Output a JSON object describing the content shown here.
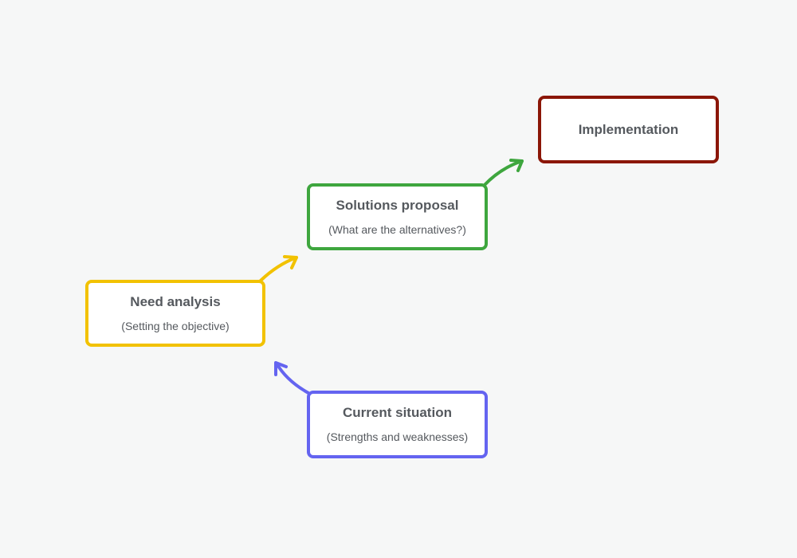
{
  "diagram": {
    "nodes": [
      {
        "id": "need",
        "title": "Need analysis",
        "subtitle": "(Setting the objective)",
        "color": "#f2c200"
      },
      {
        "id": "solutions",
        "title": "Solutions proposal",
        "subtitle": "(What are the alternatives?)",
        "color": "#3ea63e"
      },
      {
        "id": "impl",
        "title": "Implementation",
        "subtitle": "",
        "color": "#8b1607"
      },
      {
        "id": "current",
        "title": "Current situation",
        "subtitle": "(Strengths and weaknesses)",
        "color": "#6464f0"
      }
    ],
    "edges": [
      {
        "from": "current",
        "to": "need",
        "color": "#6464f0"
      },
      {
        "from": "need",
        "to": "solutions",
        "color": "#f2c200"
      },
      {
        "from": "solutions",
        "to": "impl",
        "color": "#3ea63e"
      }
    ]
  }
}
